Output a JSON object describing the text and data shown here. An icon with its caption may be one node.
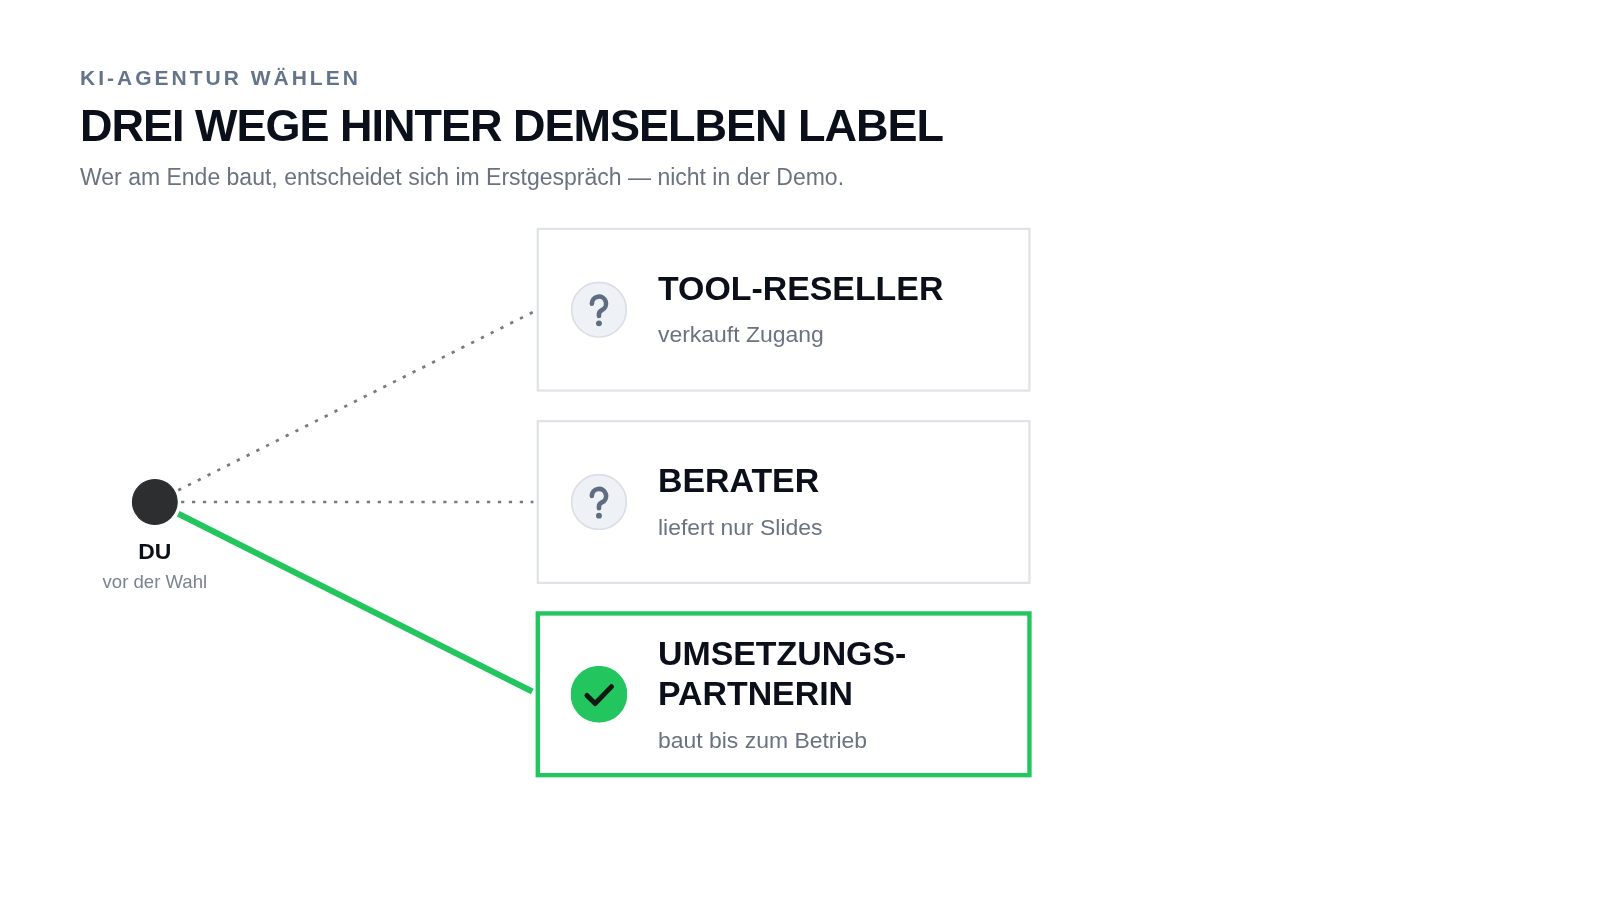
{
  "diagram": {
    "title": "DREI WEGE HINTER DEMSELBEN LABEL",
    "nodes": [
      {
        "text": [],
        "shape": "circle",
        "beside": [
          "DU",
          "vor der Wahl"
        ]
      },
      {
        "text": [
          "TOOL-RESELLER",
          "verkauft Zugang"
        ]
      },
      {
        "text": [
          "BERATER",
          "liefert nur Slides"
        ]
      },
      {
        "text": [
          "UMSETZUNGS-PARTNERIN",
          "baut bis zum Betrieb"
        ]
      }
    ],
    "edges": [
      {
        "from": 0,
        "to": 1,
        "arrow": "none",
        "style": "dashed"
      },
      {
        "from": 0,
        "to": 2,
        "arrow": "none",
        "style": "dashed"
      },
      {
        "from": 0,
        "to": 3,
        "arrow": "none",
        "style": "thick",
        "color": "#22c55e"
      }
    ],
    "labels": [
      "KI-AGENTUR WÄHLEN",
      "Wer am Ende baut, entscheidet sich im Erstgespräch — nicht in der Demo."
    ]
  }
}
